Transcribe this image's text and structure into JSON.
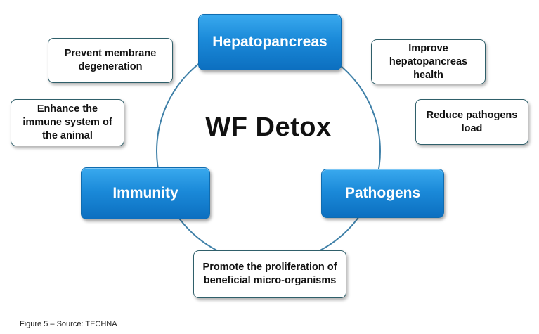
{
  "diagram": {
    "center_title": "WF Detox",
    "nodes": {
      "hepatopancreas": "Hepatopancreas",
      "immunity": "Immunity",
      "pathogens": "Pathogens"
    },
    "notes": {
      "prevent_membrane": "Prevent membrane degeneration",
      "enhance_immune": "Enhance the immune system of the animal",
      "improve_hepato": "Improve hepatopancreas health",
      "reduce_pathogens": "Reduce pathogens load",
      "promote_proliferation": "Promote the proliferation of beneficial micro-organisms"
    }
  },
  "caption": "Figure 5 – Source: TECHNA",
  "colors": {
    "node_fill": "#1b8ad9",
    "ring_stroke": "#3f80a8",
    "note_border": "#2f5f6a"
  }
}
